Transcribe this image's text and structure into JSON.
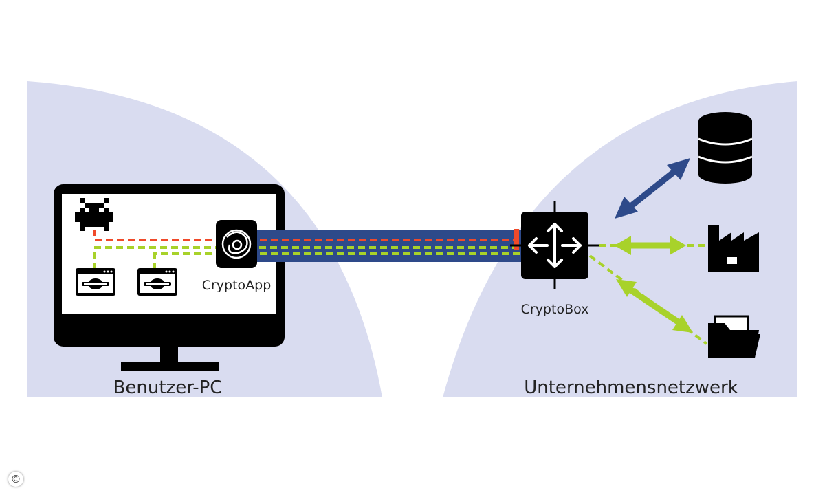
{
  "labels": {
    "user_pc": "Benutzer-PC",
    "company_network": "Unternehmensnetzwerk",
    "crypto_app": "CryptoApp",
    "crypto_box": "CryptoBox",
    "copyright": "©"
  },
  "icons": [
    "monitor-icon",
    "malware-invader-icon",
    "browser-window-icon",
    "cryptoapp-logo-icon",
    "router-arrows-icon",
    "database-icon",
    "factory-icon",
    "folder-icon"
  ],
  "colors": {
    "zone_fill": "#d9dcf0",
    "tunnel": "#2e4a8a",
    "blocked_line": "#f04a2a",
    "allowed_line": "#a8d22a",
    "black": "#000000"
  }
}
